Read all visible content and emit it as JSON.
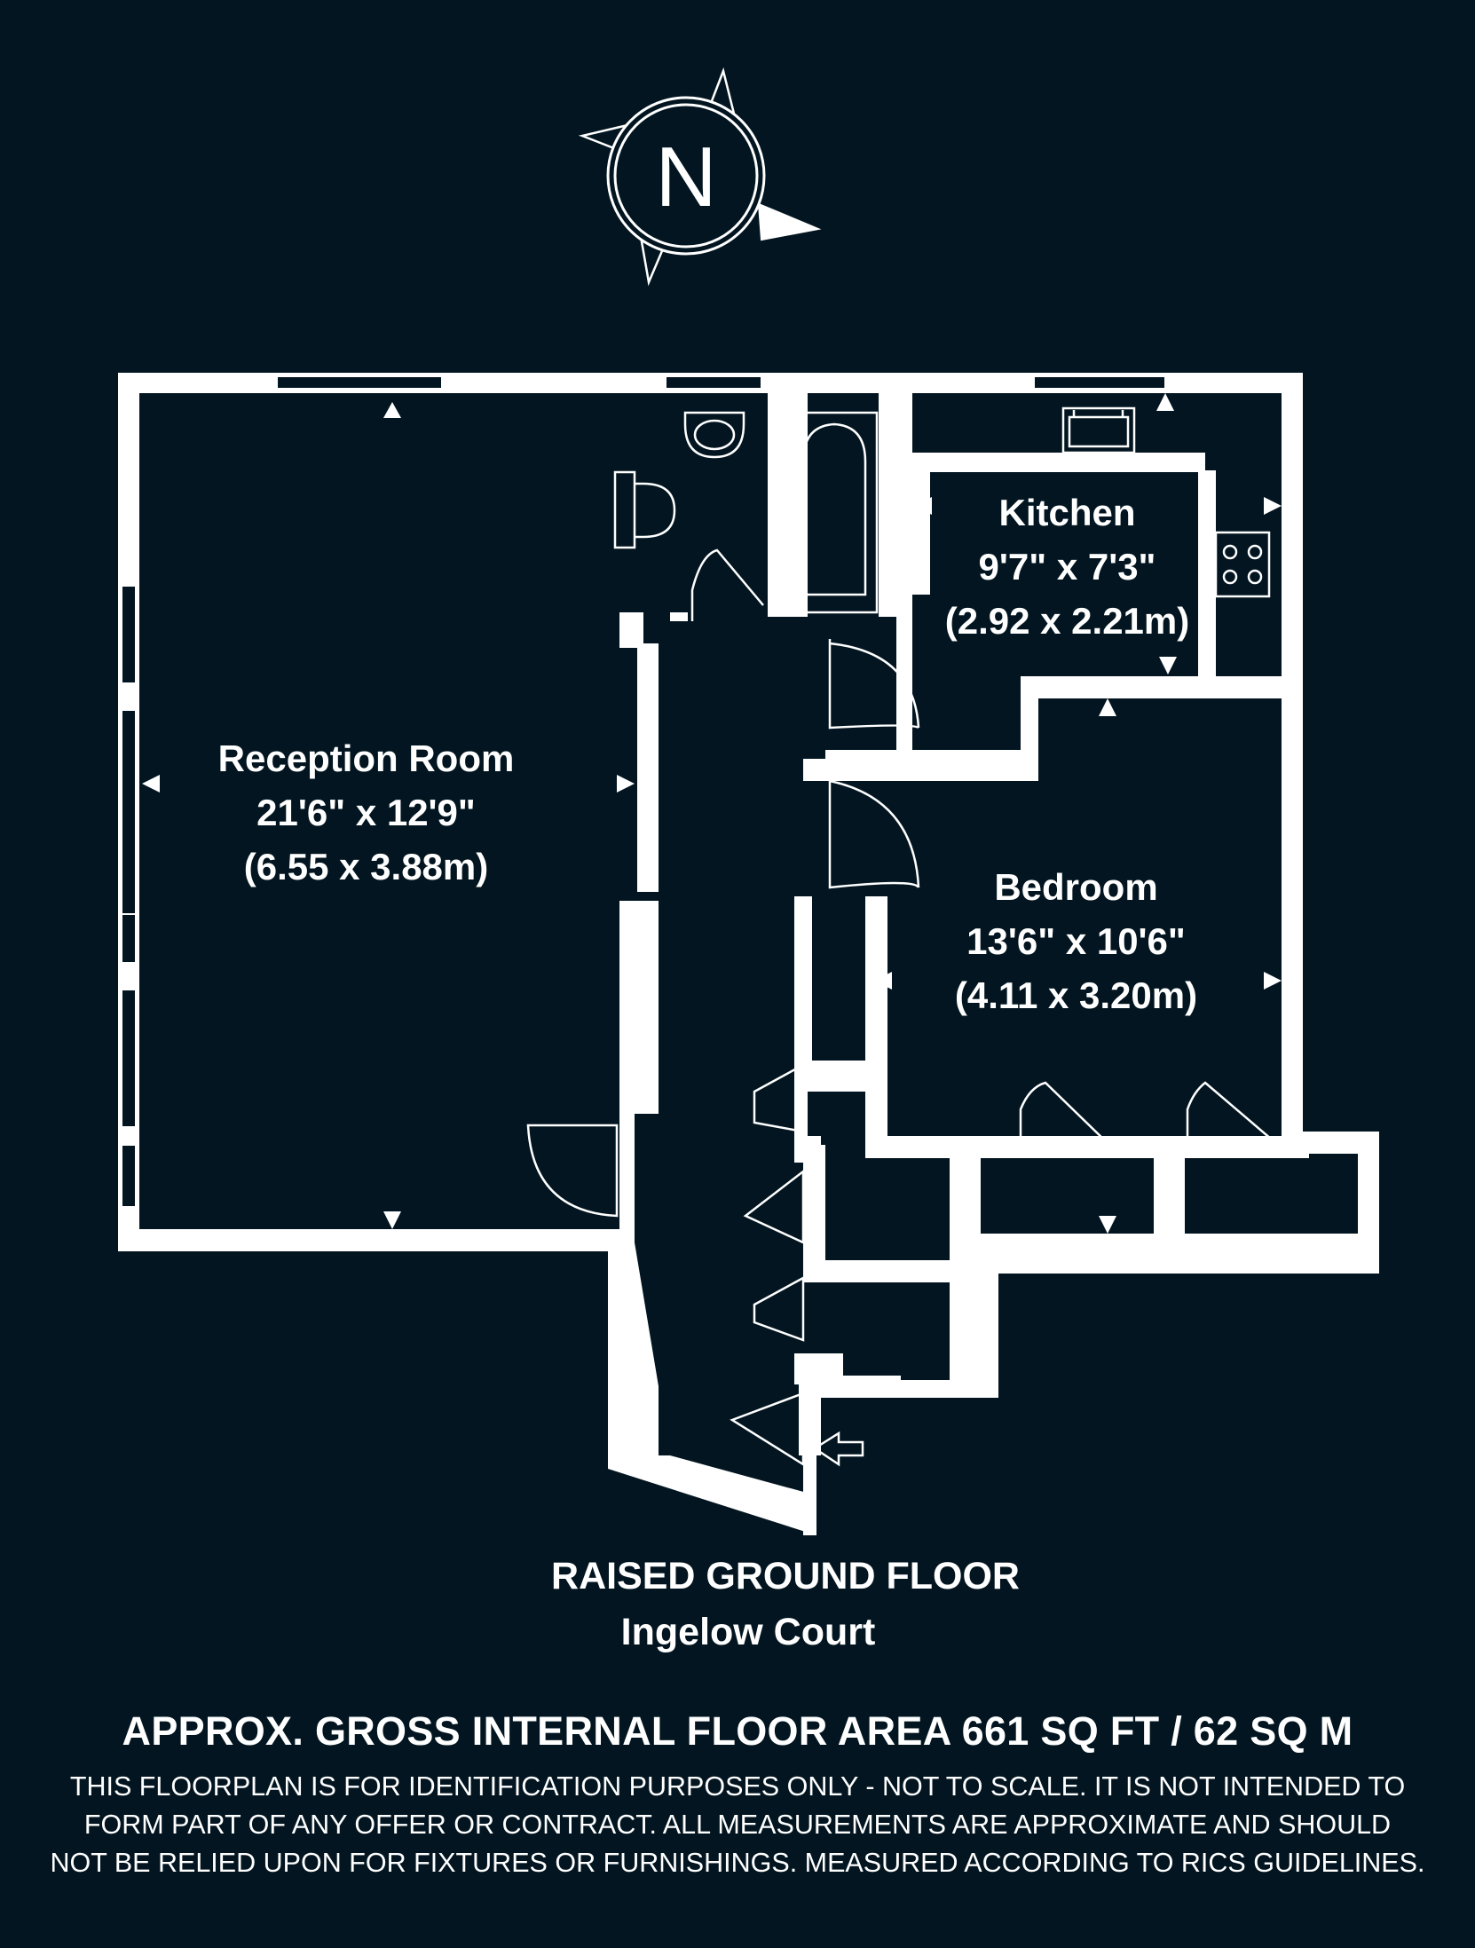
{
  "compass": {
    "letter": "N",
    "icon": "north-compass-icon"
  },
  "rooms": [
    {
      "name": "Reception Room",
      "imperial": "21'6\" x 12'9\"",
      "metric": "(6.55 x 3.88m)"
    },
    {
      "name": "Kitchen",
      "imperial": "9'7\" x 7'3\"",
      "metric": "(2.92 x 2.21m)"
    },
    {
      "name": "Bedroom",
      "imperial": "13'6\" x 10'6\"",
      "metric": "(4.11 x 3.20m)"
    }
  ],
  "floor": {
    "title": "RAISED GROUND FLOOR",
    "building": "Ingelow Court"
  },
  "area": "APPROX. GROSS INTERNAL FLOOR AREA 661 SQ FT / 62 SQ M",
  "disclaimer": [
    "THIS FLOORPLAN IS FOR IDENTIFICATION PURPOSES ONLY - NOT TO SCALE. IT IS NOT INTENDED TO",
    "FORM PART OF ANY OFFER OR CONTRACT. ALL MEASUREMENTS ARE APPROXIMATE AND SHOULD",
    "NOT BE RELIED UPON FOR FIXTURES OR FURNISHINGS. MEASURED ACCORDING TO RICS GUIDELINES."
  ],
  "colors": {
    "background": "#021520",
    "walls": "#ffffff",
    "text": "#ffffff"
  },
  "icons": [
    "north-compass-icon",
    "entrance-arrow-icon",
    "bathtub-icon",
    "toilet-icon",
    "washbasin-icon",
    "kitchen-sink-icon",
    "hob-icon"
  ]
}
